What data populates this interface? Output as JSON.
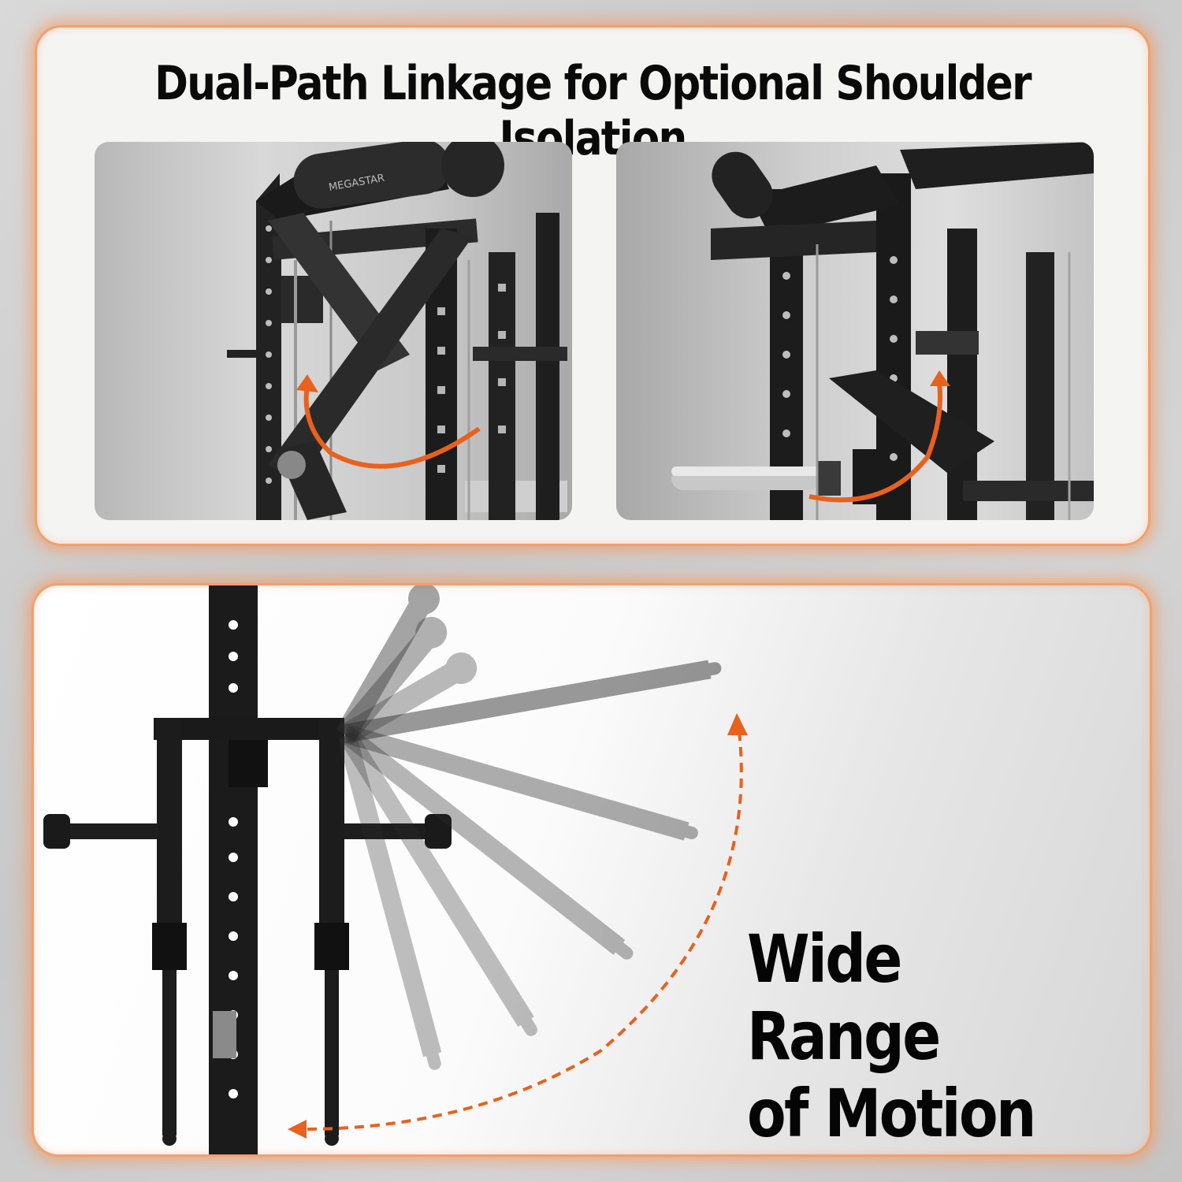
{
  "headline": "Dual-Path Linkage for Optional Shoulder Isolation",
  "brand": "MEGASTAR",
  "motion_title": {
    "line1": "Wide Range",
    "line2": "of Motion"
  },
  "colors": {
    "accent": "#e8611d",
    "frame": "#1b1b1b",
    "panel_glow": "#f0a070"
  }
}
